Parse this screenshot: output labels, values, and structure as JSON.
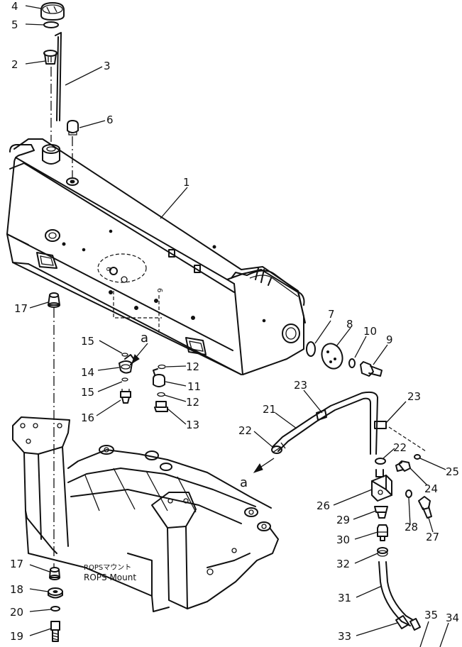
{
  "callouts": [
    {
      "id": "4",
      "text": "4"
    },
    {
      "id": "5",
      "text": "5"
    },
    {
      "id": "2",
      "text": "2"
    },
    {
      "id": "3",
      "text": "3"
    },
    {
      "id": "6",
      "text": "6"
    },
    {
      "id": "1",
      "text": "1"
    },
    {
      "id": "17a",
      "text": "17"
    },
    {
      "id": "15a",
      "text": "15"
    },
    {
      "id": "14",
      "text": "14"
    },
    {
      "id": "15b",
      "text": "15"
    },
    {
      "id": "16",
      "text": "16"
    },
    {
      "id": "12a",
      "text": "12"
    },
    {
      "id": "11",
      "text": "11"
    },
    {
      "id": "12b",
      "text": "12"
    },
    {
      "id": "13",
      "text": "13"
    },
    {
      "id": "7",
      "text": "7"
    },
    {
      "id": "8",
      "text": "8"
    },
    {
      "id": "10",
      "text": "10"
    },
    {
      "id": "9",
      "text": "9"
    },
    {
      "id": "23a",
      "text": "23"
    },
    {
      "id": "23b",
      "text": "23"
    },
    {
      "id": "21",
      "text": "21"
    },
    {
      "id": "22a",
      "text": "22"
    },
    {
      "id": "22b",
      "text": "22"
    },
    {
      "id": "25",
      "text": "25"
    },
    {
      "id": "24",
      "text": "24"
    },
    {
      "id": "26",
      "text": "26"
    },
    {
      "id": "29",
      "text": "29"
    },
    {
      "id": "28",
      "text": "28"
    },
    {
      "id": "27",
      "text": "27"
    },
    {
      "id": "30",
      "text": "30"
    },
    {
      "id": "32",
      "text": "32"
    },
    {
      "id": "31",
      "text": "31"
    },
    {
      "id": "17b",
      "text": "17"
    },
    {
      "id": "18",
      "text": "18"
    },
    {
      "id": "20",
      "text": "20"
    },
    {
      "id": "19",
      "text": "19"
    },
    {
      "id": "33",
      "text": "33"
    },
    {
      "id": "35",
      "text": "35"
    },
    {
      "id": "34",
      "text": "34"
    }
  ],
  "view_markers": {
    "upper": "a",
    "lower": "a"
  },
  "rops_label": {
    "jp": "ROPSマウント",
    "en": "ROPS Mount"
  },
  "tank_marks": {
    "mark_1": "6",
    "mark_2": "6"
  }
}
